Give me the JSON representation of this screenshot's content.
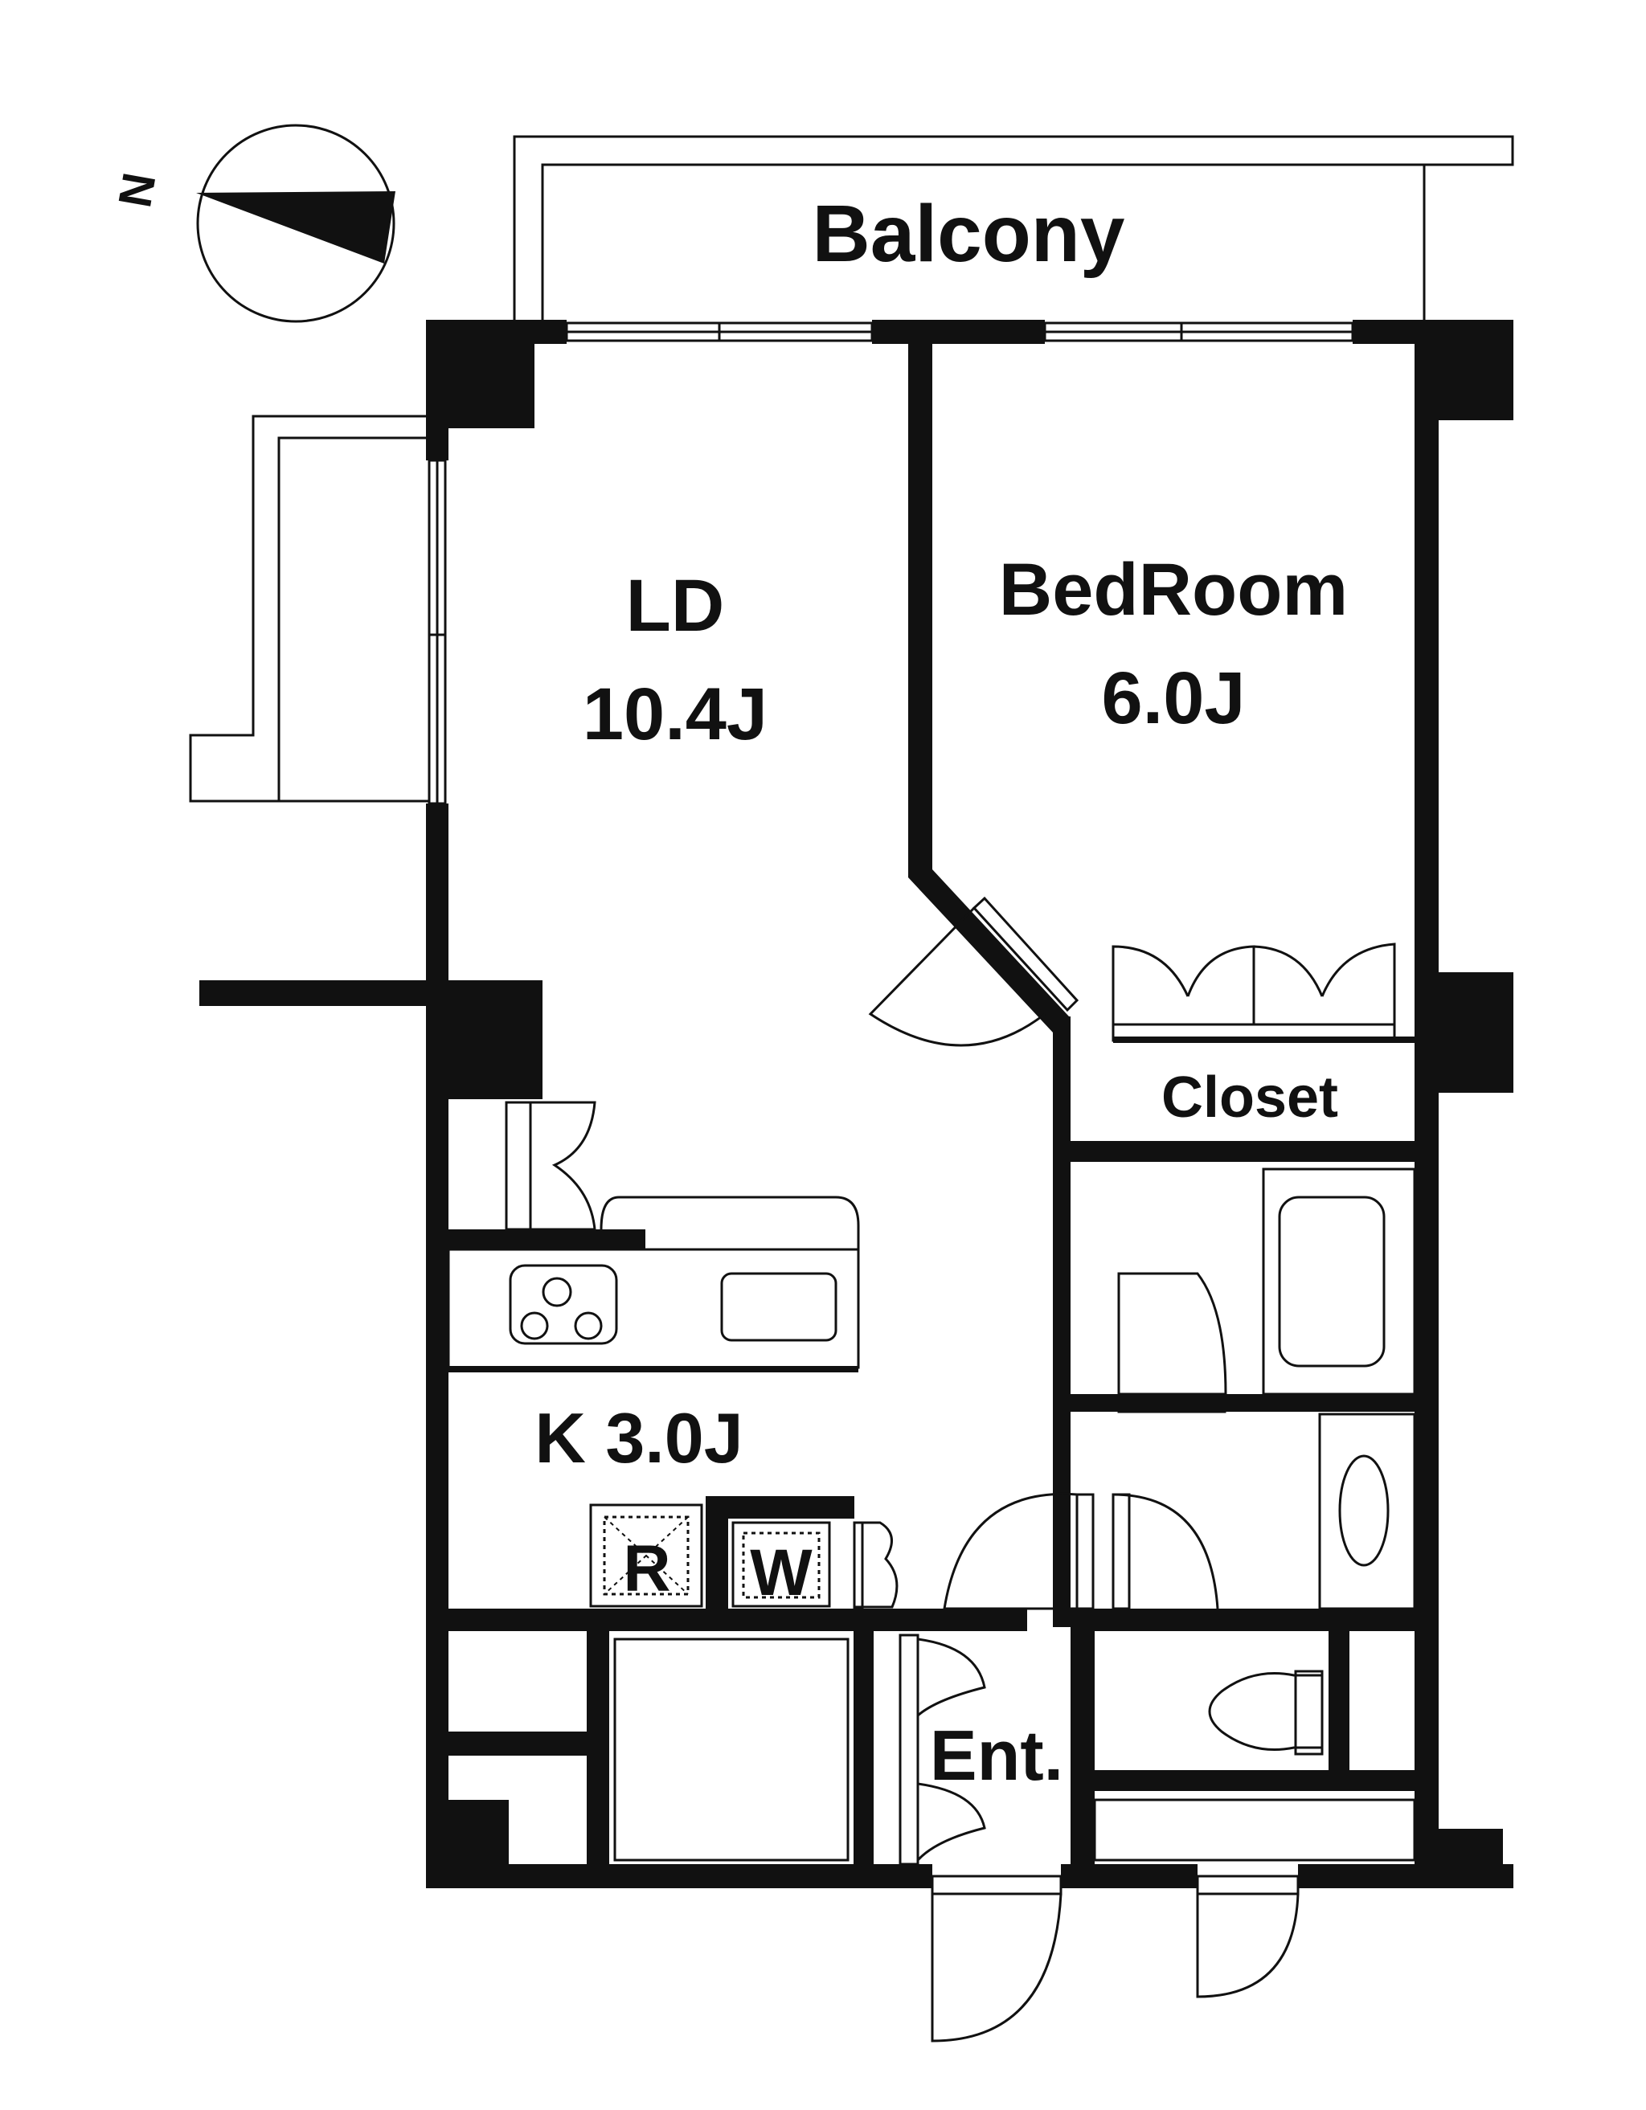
{
  "compass": {
    "north_label": "N",
    "icon": "compass-north-arrow-icon"
  },
  "rooms": {
    "balcony": {
      "name": "Balcony"
    },
    "ld": {
      "name": "LD",
      "area": "10.4J"
    },
    "bedroom": {
      "name": "BedRoom",
      "area": "6.0J"
    },
    "closet": {
      "name": "Closet"
    },
    "kitchen": {
      "label": "K 3.0J"
    },
    "refrigerator": {
      "label": "R"
    },
    "washer": {
      "label": "W"
    },
    "entrance": {
      "name": "Ent."
    }
  },
  "fixtures": {
    "stove": "stove-icon",
    "sink": "sink-icon",
    "bathtub": "bathtub-icon",
    "washbasin": "washbasin-icon",
    "toilet": "toilet-icon"
  }
}
